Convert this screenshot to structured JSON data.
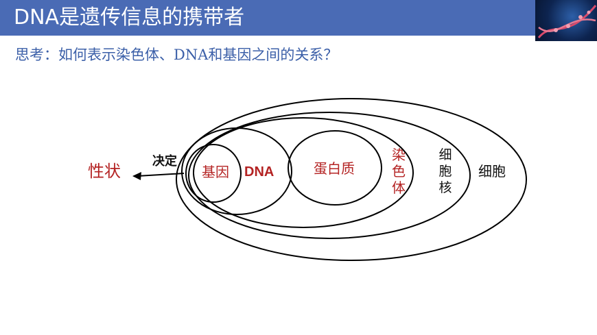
{
  "header": {
    "title": "DNA是遗传信息的携带者"
  },
  "question": "思考：如何表示染色体、DNA和基因之间的关系？",
  "diagram": {
    "trait_label": "性状",
    "determine_label": "决定",
    "gene_label": "基因",
    "dna_label": "DNA",
    "protein_label": "蛋白质",
    "chromosome_label": "染色体",
    "nucleus_label": "细胞核",
    "cell_label": "细胞"
  },
  "colors": {
    "header_bg": "#4a6bb5",
    "question_text": "#3b5fa8",
    "accent_red": "#b42323"
  }
}
